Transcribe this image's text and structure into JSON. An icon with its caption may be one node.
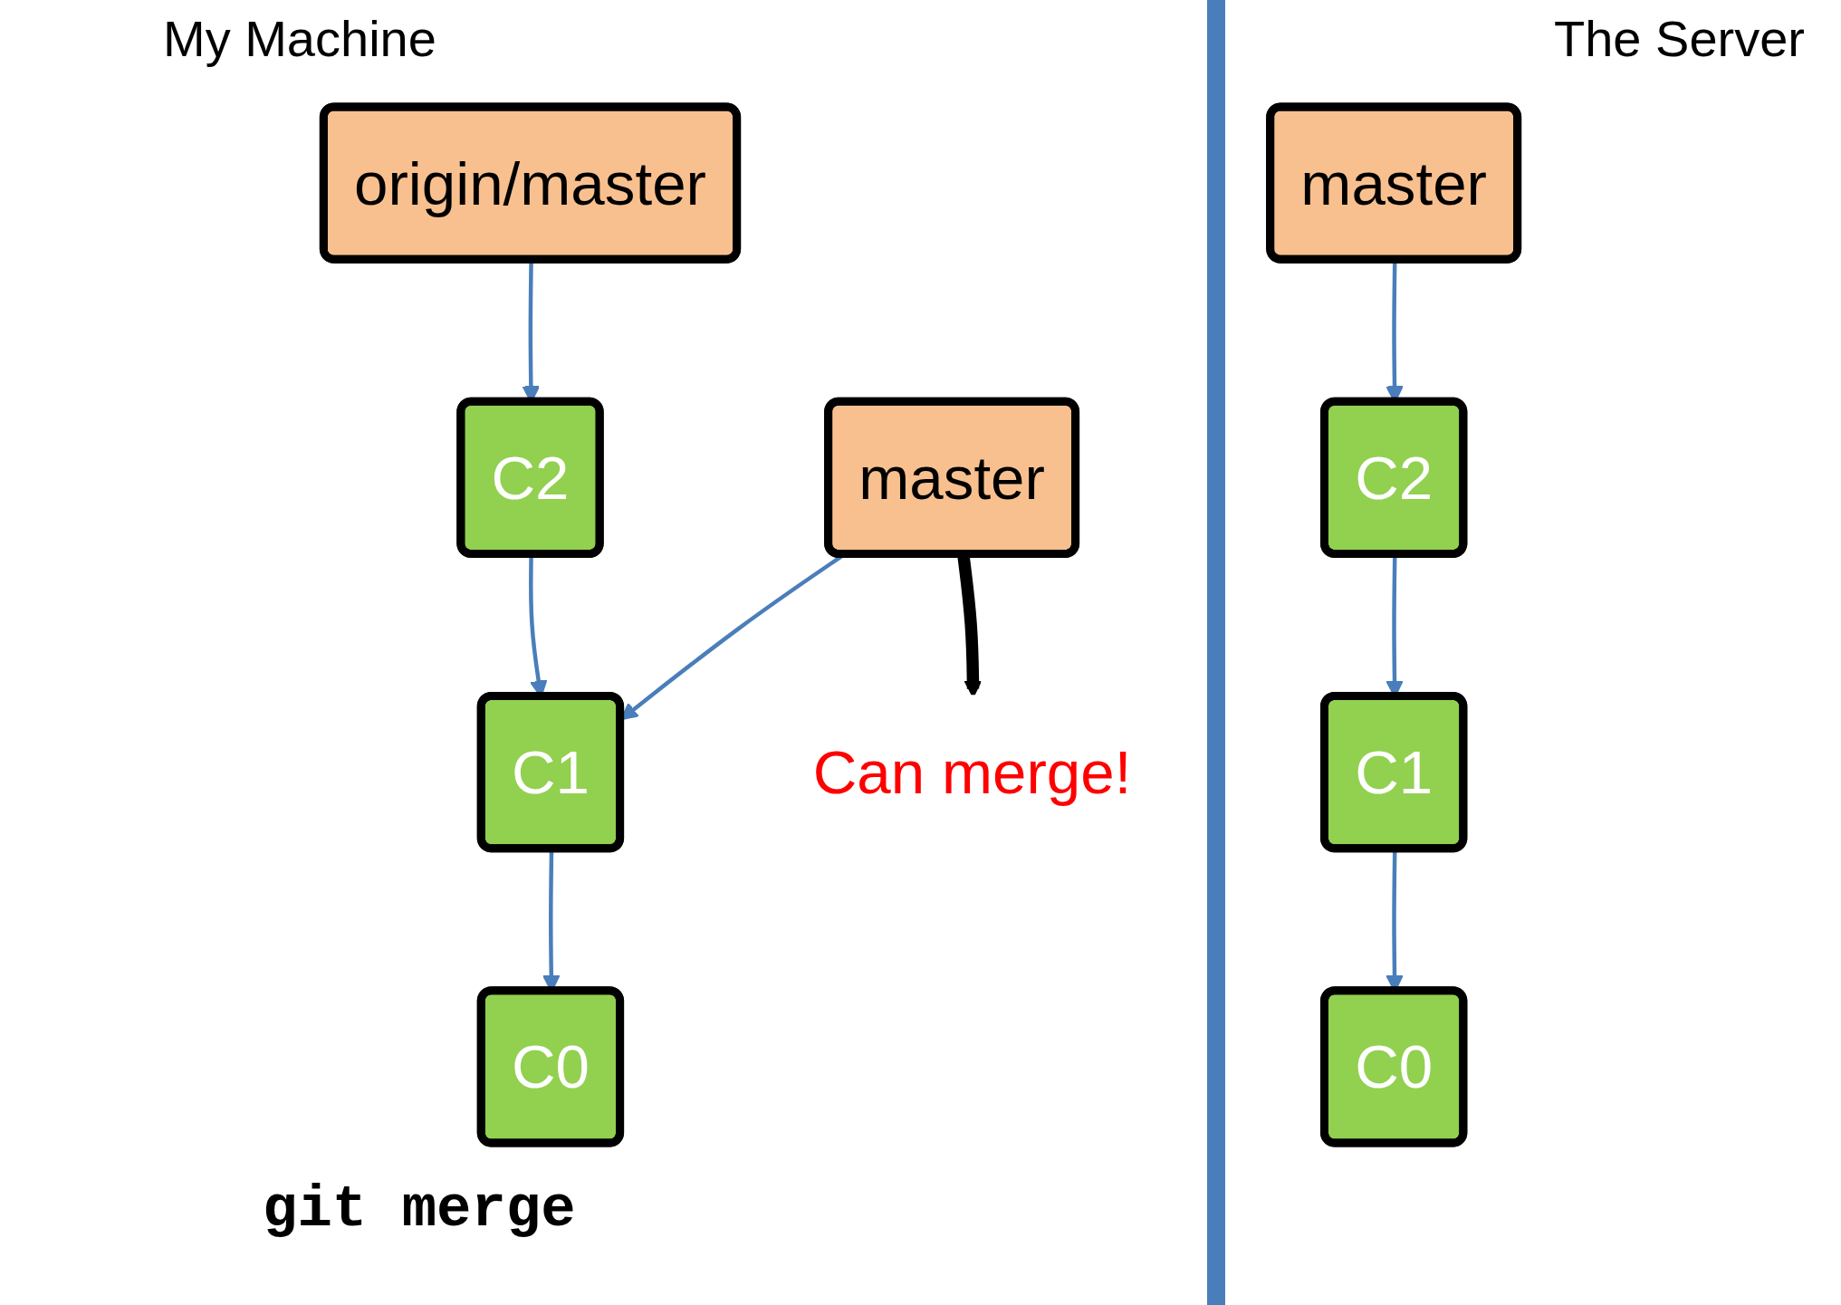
{
  "diagram": {
    "nodes": [
      {
        "text": [
          "origin/master"
        ]
      },
      {
        "text": [
          "C2"
        ]
      },
      {
        "text": [
          "master"
        ]
      },
      {
        "text": [
          "C1"
        ]
      },
      {
        "text": [
          "C0"
        ]
      },
      {
        "text": [
          "master"
        ]
      },
      {
        "text": [
          "C2"
        ]
      },
      {
        "text": [
          "C1"
        ]
      },
      {
        "text": [
          "C0"
        ]
      },
      {
        "text": [
          "Can merge!"
        ]
      },
      {
        "text": [],
        "shape": "bar"
      }
    ],
    "edges": [
      {
        "from": 0,
        "to": 1,
        "arrow": "to"
      },
      {
        "from": 1,
        "to": 3,
        "arrow": "to"
      },
      {
        "from": 2,
        "to": 3,
        "arrow": "to"
      },
      {
        "from": 3,
        "to": 4,
        "arrow": "to"
      },
      {
        "from": 5,
        "to": 6,
        "arrow": "to"
      },
      {
        "from": 6,
        "to": 7,
        "arrow": "to"
      },
      {
        "from": 7,
        "to": 8,
        "arrow": "to"
      },
      {
        "from": 2,
        "to": 9,
        "arrow": "to",
        "style": "thick",
        "color": "#000000"
      }
    ],
    "labels": [
      "My Machine",
      "The Server",
      "git merge"
    ]
  }
}
